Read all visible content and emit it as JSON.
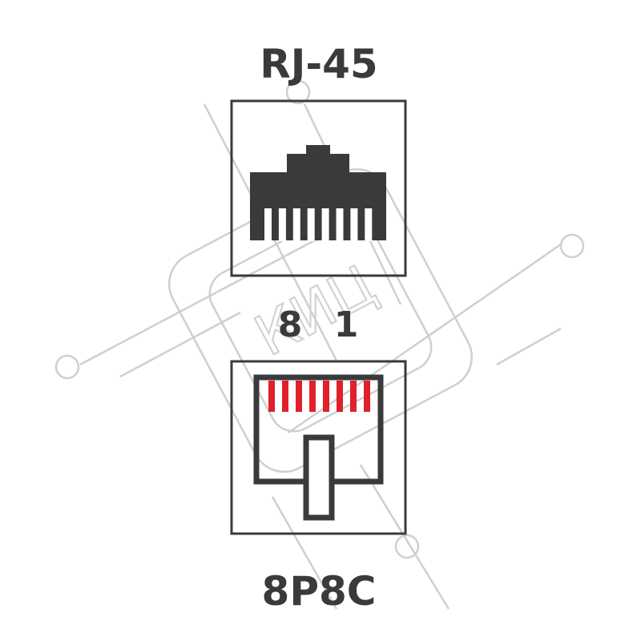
{
  "title": "RJ-45",
  "pin_labels": {
    "left": "8",
    "right": "1"
  },
  "bottom_label": "8P8C",
  "watermark": "КИЦ",
  "colors": {
    "dark": "#3a3a3c",
    "pins": "#e0202a",
    "watermark": "#c8c8c8"
  },
  "pin_count": 8
}
